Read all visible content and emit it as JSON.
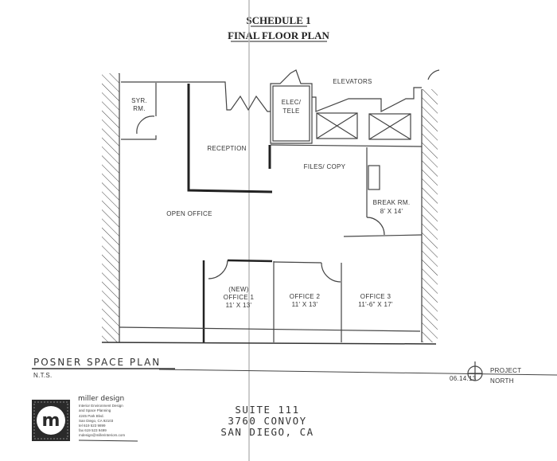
{
  "title": {
    "line1": "SCHEDULE 1",
    "line2": "FINAL FLOOR PLAN"
  },
  "rooms": {
    "syr_rm": [
      "SYR.",
      "RM."
    ],
    "reception": "RECEPTION",
    "elec_tele": [
      "ELEC/",
      "TELE"
    ],
    "elevators": "ELEVATORS",
    "files_copy": "FILES/ COPY",
    "open_office": "OPEN OFFICE",
    "break_rm": {
      "name": "BREAK RM.",
      "size": "8' X 14'"
    },
    "office1": {
      "note": "(NEW)",
      "name": "OFFICE 1",
      "size": "11' X 13'"
    },
    "office2": {
      "name": "OFFICE 2",
      "size": "11' X 13'"
    },
    "office3": {
      "name": "OFFICE 3",
      "size": "11'-6\" X 17'"
    }
  },
  "plan_title": "POSNER SPACE PLAN",
  "scale": "N.T.S.",
  "date": "06.14.13",
  "north": {
    "line1": "PROJECT",
    "line2": "NORTH"
  },
  "company": {
    "logo_letter": "m",
    "name": "miller design",
    "lines": [
      "Interior Environment Design",
      "and Space Planning",
      "4245 Park Blvd.",
      "San Diego, CA 92103",
      "tel 619 523 9899",
      "fax 619 523 9499",
      "mdesign@millerinteriors.com"
    ]
  },
  "address": {
    "suite": "SUITE 111",
    "street": "3760 CONVOY",
    "city": "SAN DIEGO, CA"
  }
}
